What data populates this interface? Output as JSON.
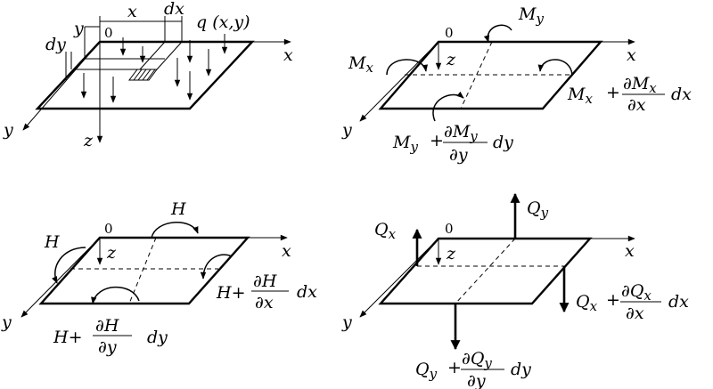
{
  "panel_load": {
    "dims": {
      "x": "x",
      "dx": "dx",
      "y": "y",
      "dy": "dy",
      "origin": "0"
    },
    "load": "q (x,y)",
    "axes": {
      "x": "x",
      "y": "y",
      "z": "z"
    }
  },
  "panel_moments": {
    "origin": "0",
    "z": "z",
    "axes": {
      "x": "x",
      "y": "y"
    },
    "mx": "M",
    "mx_sub": "x",
    "my": "M",
    "my_sub": "y",
    "mx_plus": {
      "base": "M",
      "sub": "x",
      "plus": "+",
      "num": "∂M",
      "num_sub": "x",
      "den": "∂x",
      "tail": "dx"
    },
    "my_plus": {
      "base": "M",
      "sub": "y",
      "plus": "+",
      "num": "∂M",
      "num_sub": "y",
      "den": "∂y",
      "tail": "dy"
    }
  },
  "panel_twist": {
    "origin": "0",
    "z": "z",
    "axes": {
      "x": "x",
      "y": "y"
    },
    "h_left": "H",
    "h_top": "H",
    "h_right": {
      "base": "H+",
      "num": "∂H",
      "den": "∂x",
      "tail": "dx"
    },
    "h_front": {
      "base": "H+",
      "num": "∂H",
      "den": "∂y",
      "tail": "dy"
    }
  },
  "panel_shear": {
    "origin": "0",
    "z": "z",
    "axes": {
      "x": "x",
      "y": "y"
    },
    "qx": "Q",
    "qx_sub": "x",
    "qy": "Q",
    "qy_sub": "y",
    "qx_plus": {
      "base": "Q",
      "sub": "x",
      "plus": "+",
      "num": "∂Q",
      "num_sub": "x",
      "den": "∂x",
      "tail": "dx"
    },
    "qy_plus": {
      "base": "Q",
      "sub": "y",
      "plus": "+",
      "num": "∂Q",
      "num_sub": "y",
      "den": "∂y",
      "tail": "dy"
    }
  }
}
